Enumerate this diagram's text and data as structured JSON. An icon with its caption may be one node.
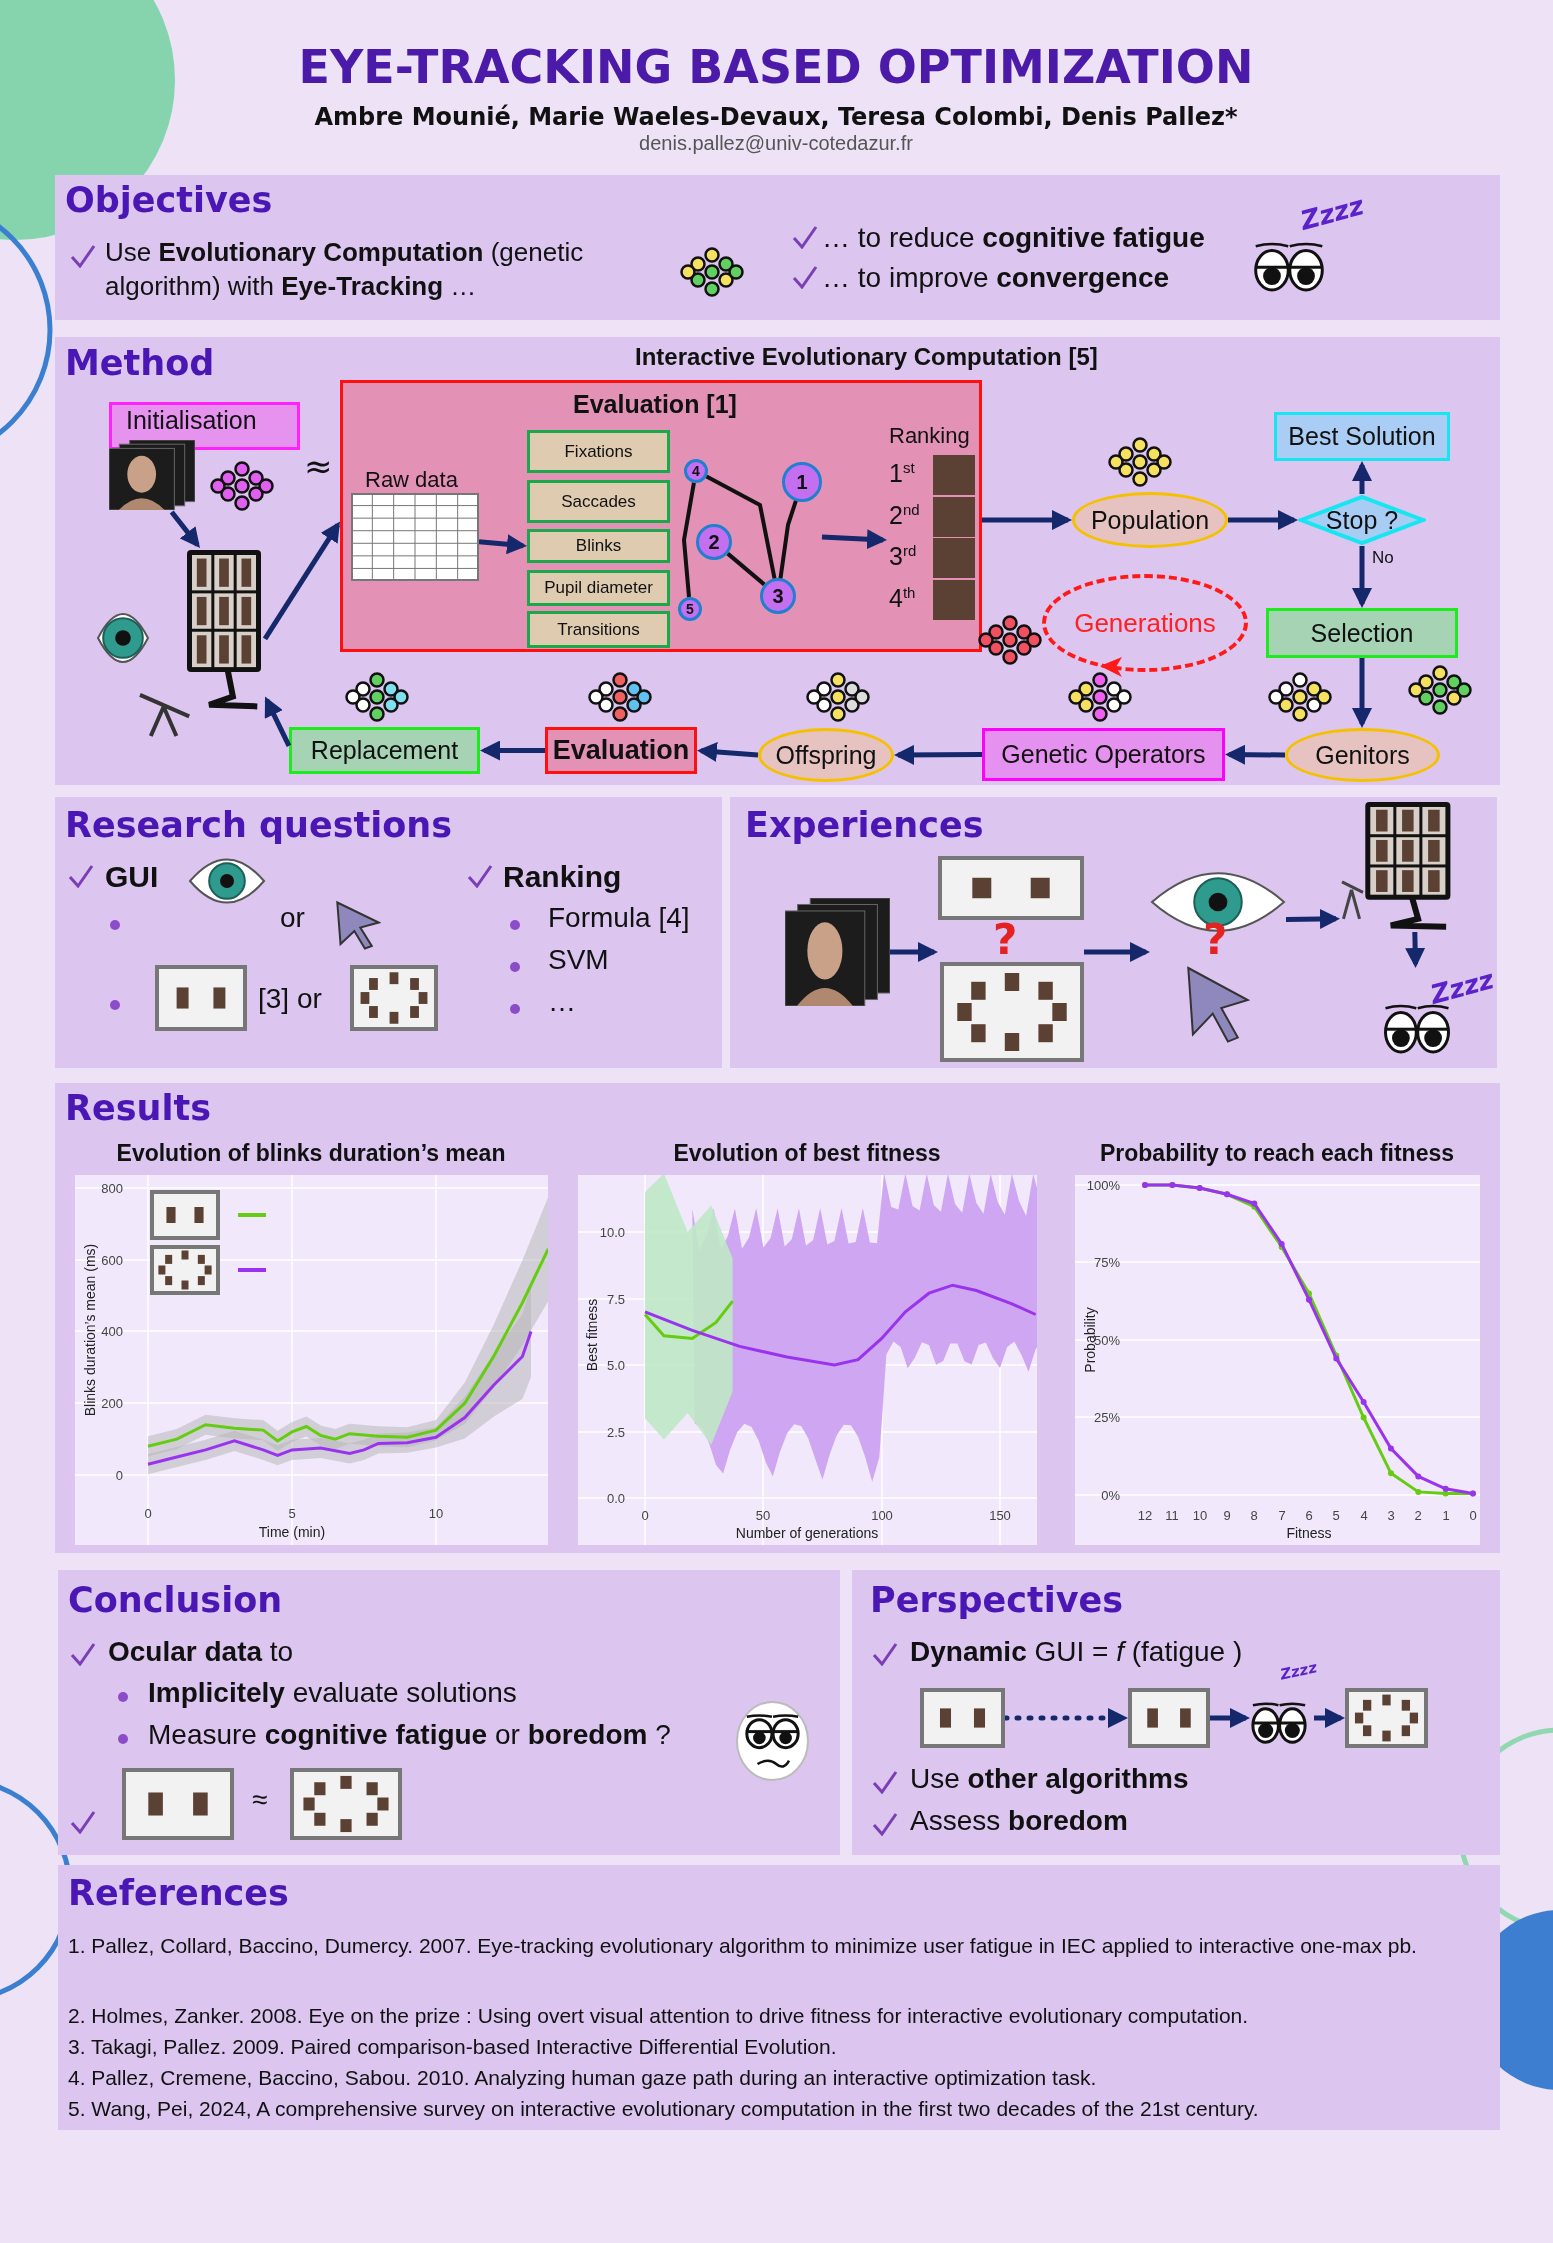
{
  "diagram": {
    "title": "EYE-TRACKING BASED OPTIMIZATION",
    "nodes": [
      {
        "text": [
          "Objectives",
          "Use **Evolutionary Computation** (genetic algorithm) with **Eye-Tracking** …",
          "… to reduce **cognitive fatigue**",
          "… to improve **convergence**",
          "Zzzz"
        ]
      },
      {
        "text": [
          "Method",
          "Interactive Evolutionary Computation [5]",
          "≈"
        ]
      },
      {
        "text": [
          "Initialisation"
        ],
        "in": 1
      },
      {
        "text": [],
        "shape": "picture",
        "in": 1
      },
      {
        "text": [
          "Evaluation [1]"
        ],
        "in": 1
      },
      {
        "text": [
          "Raw data"
        ],
        "in": 4
      },
      {
        "text": [
          "Fixations"
        ],
        "in": 4
      },
      {
        "text": [
          "Saccades"
        ],
        "in": 4
      },
      {
        "text": [
          "Blinks"
        ],
        "in": 4
      },
      {
        "text": [
          "Pupil diameter"
        ],
        "in": 4
      },
      {
        "text": [
          "Transitions"
        ],
        "in": 4
      },
      {
        "text": [
          "4"
        ],
        "in": 4
      },
      {
        "text": [
          "1"
        ],
        "in": 4
      },
      {
        "text": [
          "2"
        ],
        "in": 4
      },
      {
        "text": [
          "3"
        ],
        "in": 4
      },
      {
        "text": [
          "5"
        ],
        "in": 4
      },
      {
        "text": [
          "Ranking",
          "1$^{st}$",
          "2$^{nd}$",
          "3$^{rd}$",
          "4$^{th}$"
        ],
        "in": 4
      },
      {
        "text": [
          "Population"
        ],
        "in": 1
      },
      {
        "text": [
          "Stop ?"
        ],
        "in": 1
      },
      {
        "text": [
          "Best Solution"
        ],
        "in": 1
      },
      {
        "text": [
          "Selection"
        ],
        "in": 1
      },
      {
        "text": [
          "Generations"
        ],
        "in": 1
      },
      {
        "text": [
          "Genitors"
        ],
        "in": 1
      },
      {
        "text": [
          "Genetic Operators"
        ],
        "in": 1
      },
      {
        "text": [
          "Offspring"
        ],
        "in": 1
      },
      {
        "text": [
          "Evaluation"
        ],
        "in": 1
      },
      {
        "text": [
          "Replacement"
        ],
        "in": 1
      },
      {
        "text": [
          "Research questions",
          "GUI",
          "or",
          "[3] or",
          "Ranking",
          "Formula [4]",
          "SVM",
          "…"
        ]
      },
      {
        "text": [
          "Experiences"
        ]
      },
      {
        "text": [],
        "shape": "picture",
        "in": 28
      },
      {
        "text": [
          "?"
        ],
        "in": 28
      },
      {
        "text": [
          "?"
        ],
        "in": 28
      },
      {
        "text": [],
        "shape": "picture",
        "in": 28
      },
      {
        "text": [
          "Zzzz"
        ],
        "in": 28
      },
      {
        "text": [
          "Results",
          "Evolution of blinks duration’s mean",
          "Evolution of best fitness",
          "Probability to reach each fitness"
        ]
      },
      {
        "text": [
          "Conclusion",
          "**Ocular data** to",
          "**Implicitely** evaluate solutions",
          "Measure **cognitive fatigue** or **boredom** ?",
          "≈"
        ]
      },
      {
        "text": [
          "Perspectives",
          "**Dynamic** GUI = *f* (fatigue )",
          "Use **other algorithms**",
          "Assess **boredom**"
        ]
      },
      {
        "text": [],
        "shape": "picture",
        "in": 36
      },
      {
        "text": [],
        "shape": "picture",
        "in": 36
      },
      {
        "text": [
          "Zzzz"
        ],
        "in": 36
      },
      {
        "text": [],
        "shape": "picture",
        "in": 36
      },
      {
        "text": [
          "References",
          "1. Pallez, Collard, Baccino, Dumercy. 2007. Eye-tracking evolutionary algorithm to minimize user fatigue in IEC applied to interactive one-max pb.",
          "2. Holmes, Zanker. 2008. Eye on the prize : Using overt visual attention to drive fitness for interactive evolutionary computation.",
          "3. Takagi, Pallez. 2009. Paired comparison-based Interactive Differential Evolution.",
          "4. Pallez, Cremene, Baccino, Sabou. 2010. Analyzing human gaze path during an interactive optimization task.",
          "5. Wang, Pei, 2024, A comprehensive survey on interactive evolutionary computation in the first two decades of the 21st century."
        ]
      }
    ],
    "edges": [
      {
        "from": 2,
        "to": 3,
        "arrow": "to"
      },
      {
        "from": 3,
        "to": 4,
        "arrow": "to"
      },
      {
        "from": 5,
        "to": 8,
        "arrow": "to"
      },
      {
        "from": 11,
        "to": 15,
        "arrow": "none",
        "color": "#111111"
      },
      {
        "from": 11,
        "to": 14,
        "arrow": "none",
        "color": "#111111"
      },
      {
        "from": 13,
        "to": 14,
        "arrow": "none",
        "color": "#111111"
      },
      {
        "from": 14,
        "to": 12,
        "arrow": "none",
        "color": "#111111"
      },
      {
        "from": null,
        "to": 16,
        "arrow": "to"
      },
      {
        "from": 4,
        "to": 17,
        "arrow": "to"
      },
      {
        "from": 17,
        "to": 18,
        "arrow": "to"
      },
      {
        "from": 18,
        "to": 19,
        "arrow": "to"
      },
      {
        "from": 18,
        "to": 20,
        "arrow": "to",
        "label": "No"
      },
      {
        "from": 20,
        "to": 22,
        "arrow": "to"
      },
      {
        "from": 22,
        "to": 23,
        "arrow": "to"
      },
      {
        "from": 23,
        "to": 24,
        "arrow": "to"
      },
      {
        "from": 24,
        "to": 25,
        "arrow": "to"
      },
      {
        "from": 25,
        "to": 26,
        "arrow": "to"
      },
      {
        "from": 26,
        "to": 3,
        "arrow": "to"
      },
      {
        "from": 29,
        "to": 30,
        "arrow": "to"
      },
      {
        "from": 30,
        "to": 31,
        "arrow": "to"
      },
      {
        "from": 31,
        "to": 32,
        "arrow": "to"
      },
      {
        "from": 32,
        "to": 33,
        "arrow": "to"
      },
      {
        "from": 37,
        "to": 38,
        "arrow": "to",
        "style": "dashed"
      },
      {
        "from": 38,
        "to": 39,
        "arrow": "to"
      },
      {
        "from": 39,
        "to": 40,
        "arrow": "to"
      }
    ],
    "labels": [
      "Ambre Mounié, Marie Waeles-Devaux, Teresa Colombi, Denis Pallez*",
      "denis.pallez@univ-cotedazur.fr",
      "800",
      "600",
      "400",
      "200",
      "0",
      "Blinks duration’s mean (ms)",
      "0",
      "5",
      "10",
      "Time (min)",
      "10.0",
      "7.5",
      "5.0",
      "2.5",
      "0.0",
      "Best fitness",
      "0",
      "50",
      "100",
      "150",
      "Number of generations",
      "100%",
      "75%",
      "50%",
      "25%",
      "0%",
      "Probability",
      "12",
      "11",
      "10",
      "9",
      "8",
      "7",
      "6",
      "5",
      "4",
      "3",
      "2",
      "1",
      "0",
      "Fitness"
    ]
  }
}
